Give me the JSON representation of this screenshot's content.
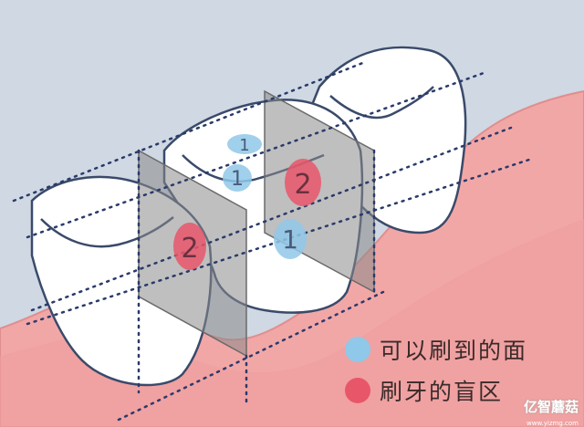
{
  "legend": [
    {
      "label": "可以刷到的面",
      "color": "#8fc8e8"
    },
    {
      "label": "刷牙的盲区",
      "color": "#e8566a"
    }
  ],
  "markers": [
    {
      "number": "1",
      "kind": "brushable"
    },
    {
      "number": "1",
      "kind": "brushable"
    },
    {
      "number": "1",
      "kind": "brushable"
    },
    {
      "number": "2",
      "kind": "blind"
    },
    {
      "number": "2",
      "kind": "blind"
    }
  ],
  "watermark": {
    "text": "亿智蘑菇",
    "sub": "www.yizmg.com"
  },
  "colors": {
    "background": "#cfd8e3",
    "gum": "#f2a7a7",
    "tooth": "#ffffff",
    "outline": "#3a4a6a",
    "plane": "#8a8a8a"
  }
}
